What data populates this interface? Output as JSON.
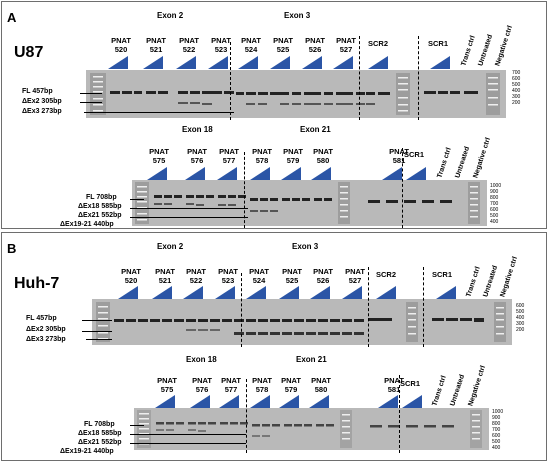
{
  "panelA": {
    "label": "A",
    "cell_line": "U87",
    "top_gel": {
      "exon_left": "Exon 2",
      "exon_right": "Exon 3",
      "pnat_word": "PNAT",
      "pnats": [
        "520",
        "521",
        "522",
        "523",
        "524",
        "525",
        "526",
        "527"
      ],
      "scr_left": "SCR2",
      "scr_right": "SCR1",
      "controls": [
        "Trans ctrl",
        "Untreated",
        "Negative ctrl"
      ],
      "bands": [
        "FL 457bp",
        "ΔEx2 305bp",
        "ΔEx3 273bp"
      ],
      "ladder": [
        "700",
        "600",
        "500",
        "400",
        "300",
        "200"
      ]
    },
    "bottom_gel": {
      "exon_left": "Exon 18",
      "exon_right": "Exon 21",
      "pnat_word": "PNAT",
      "pnats": [
        "575",
        "576",
        "577",
        "578",
        "579",
        "580"
      ],
      "pnat_extra": "581",
      "scr": "SCR1",
      "controls": [
        "Trans ctrl",
        "Untreated",
        "Negative ctrl"
      ],
      "bands": [
        "FL 708bp",
        "ΔEx18 585bp",
        "ΔEx21 552bp",
        "ΔEx19-21 440bp"
      ],
      "ladder": [
        "1000",
        "900",
        "800",
        "700",
        "600",
        "500",
        "400"
      ]
    }
  },
  "panelB": {
    "label": "B",
    "cell_line": "Huh-7",
    "top_gel": {
      "exon_left": "Exon 2",
      "exon_right": "Exon 3",
      "pnat_word": "PNAT",
      "pnats": [
        "520",
        "521",
        "522",
        "523",
        "524",
        "525",
        "526",
        "527"
      ],
      "scr_left": "SCR2",
      "scr_right": "SCR1",
      "controls": [
        "Trans ctrl",
        "Untreated",
        "Negative ctrl"
      ],
      "bands": [
        "FL 457bp",
        "ΔEx2 305bp",
        "ΔEx3 273bp"
      ],
      "ladder": [
        "600",
        "500",
        "400",
        "300",
        "200"
      ]
    },
    "bottom_gel": {
      "exon_left": "Exon 18",
      "exon_right": "Exon 21",
      "pnat_word": "PNAT",
      "pnats": [
        "575",
        "576",
        "577",
        "578",
        "579",
        "580"
      ],
      "pnat_extra": "581",
      "scr": "SCR1",
      "controls": [
        "Trans ctrl",
        "Untreated",
        "Negative ctrl"
      ],
      "bands": [
        "FL 708bp",
        "ΔEx18 585bp",
        "ΔEx21 552bp",
        "ΔEx19-21 440bp"
      ],
      "ladder": [
        "1000",
        "900",
        "800",
        "700",
        "600",
        "500",
        "400"
      ]
    }
  },
  "colors": {
    "wedge": "#2b55a6",
    "gel": "#b9b9b9",
    "band": "#222222",
    "border": "#6e6e6e"
  }
}
